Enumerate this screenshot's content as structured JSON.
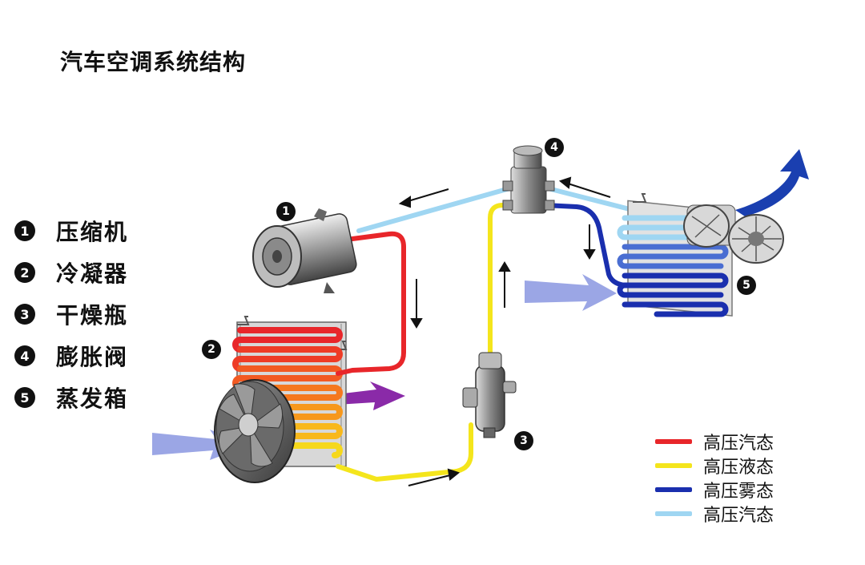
{
  "title": "汽车空调系统结构",
  "components": [
    {
      "num": "1",
      "label": "压缩机"
    },
    {
      "num": "2",
      "label": "冷凝器"
    },
    {
      "num": "3",
      "label": "干燥瓶"
    },
    {
      "num": "4",
      "label": "膨胀阀"
    },
    {
      "num": "5",
      "label": "蒸发箱"
    }
  ],
  "legend": [
    {
      "label": "高压汽态",
      "color": "#e8262a"
    },
    {
      "label": "高压液态",
      "color": "#f4e51c"
    },
    {
      "label": "高压雾态",
      "color": "#1a2fae"
    },
    {
      "label": "高压汽态",
      "color": "#9fd6f2"
    }
  ],
  "colors": {
    "pipe_red": "#e8262a",
    "pipe_yellow": "#f4e51c",
    "pipe_blue": "#1a2fae",
    "pipe_lightblue": "#9fd6f2",
    "airflow": "#8a96e0",
    "airflow_hot": "#8a2aa8"
  }
}
